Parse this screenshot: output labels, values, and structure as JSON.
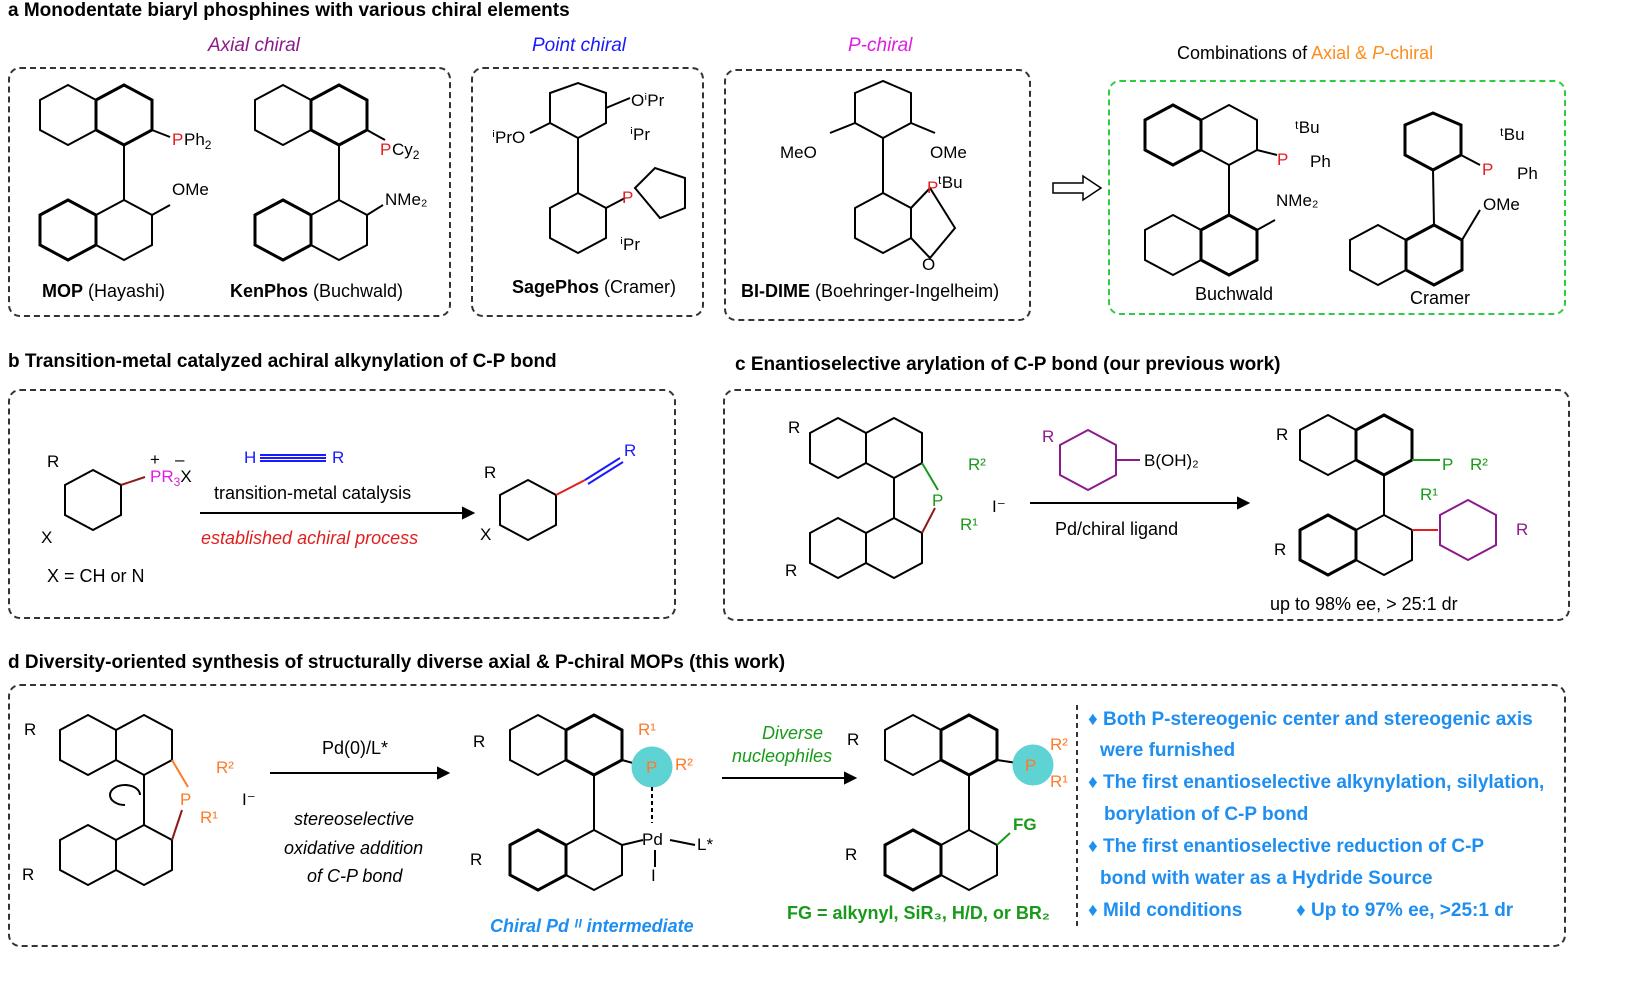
{
  "panel_a": {
    "heading": "a   Monodentate biaryl phosphines with various chiral elements",
    "cat_axial": "Axial chiral",
    "cat_point": "Point chiral",
    "cat_pchiral": "P-chiral",
    "comb_prefix": "Combinations of ",
    "comb_axial": "Axial & ",
    "comb_p": "P",
    "comb_chiral": "-chiral",
    "mop_name": "MOP",
    "mop_author": " (Hayashi)",
    "kenphos_name": "KenPhos",
    "kenphos_author": " (Buchwald)",
    "sagephos_name": "SagePhos",
    "sagephos_author": " (Cramer)",
    "bidime_name": "BI-DIME",
    "bidime_author": " (Boehringer-Ingelheim)",
    "buchwald": "Buchwald",
    "cramer": "Cramer",
    "labels": {
      "pph2": "PPh₂",
      "ome": "OMe",
      "pcy2": "PCy₂",
      "nme2": "NMe₂",
      "oipr_top": "OⁱPr",
      "iproo": "ⁱPrO",
      "ipr": "ⁱPr",
      "p": "P",
      "meo": "MeO",
      "tbu": "ᵗBu",
      "o": "O",
      "ph": "Ph"
    }
  },
  "panel_b": {
    "heading": "b Transition-metal catalyzed achiral alkynylation of C-P bond",
    "reagent_h": "H",
    "reagent_r": "R",
    "conditions": "transition-metal catalysis",
    "process": "established achiral process",
    "x_def": "X = CH or N",
    "pr3x": "PR₃X",
    "r": "R",
    "x": "X"
  },
  "panel_c": {
    "heading": "c   Enantioselective arylation of C-P bond  (our previous work)",
    "reagent": "B(OH)₂",
    "catalyst": "Pd/chiral ligand",
    "result": "up to 98% ee, > 25:1 dr",
    "i_minus": "I⁻",
    "r": "R",
    "r1": "R¹",
    "r2": "R²",
    "p": "P"
  },
  "panel_d": {
    "heading": "d Diversity-oriented synthesis of structurally diverse axial & P-chiral MOPs (this work)",
    "catalyst": "Pd(0)/L*",
    "step1_l1": "stereoselective",
    "step1_l2": "oxidative addition",
    "step1_l3": "of C-P bond",
    "diverse_l1": "Diverse",
    "diverse_l2": "nucleophiles",
    "intermediate": "Chiral Pd ᴵᴵ intermediate",
    "fg_def": "FG = alkynyl, SiR₃, H/D, or BR₂",
    "fg": "FG",
    "pd": "Pd",
    "l_star": "L*",
    "i": "I",
    "i_minus": "I⁻",
    "r": "R",
    "r1": "R¹",
    "r2": "R²",
    "p": "P",
    "bullets": [
      "♦ Both P-stereogenic center and stereogenic axis",
      "were furnished",
      "♦ The first enantioselective alkynylation, silylation,",
      "borylation of C-P bond",
      "♦ The first enantioselective reduction of C-P",
      "bond with water as a Hydride Source",
      "♦ Mild conditions",
      "♦ Up to 97% ee, >25:1 dr"
    ]
  },
  "colors": {
    "axial": "#8b1a8b",
    "point": "#1a1aff",
    "pchiral": "#e01ee0",
    "combination": "#ff8c1a",
    "phosphorus": "#e02020",
    "process": "#e02020",
    "blue": "#1a1aff",
    "green_text": "#1a9a1a",
    "purple": "#8b1a8b",
    "bullets": "#1e8ef0",
    "orange": "#ff7a2a",
    "teal": "#5fd3d3",
    "green_box": "#2ecc40"
  }
}
